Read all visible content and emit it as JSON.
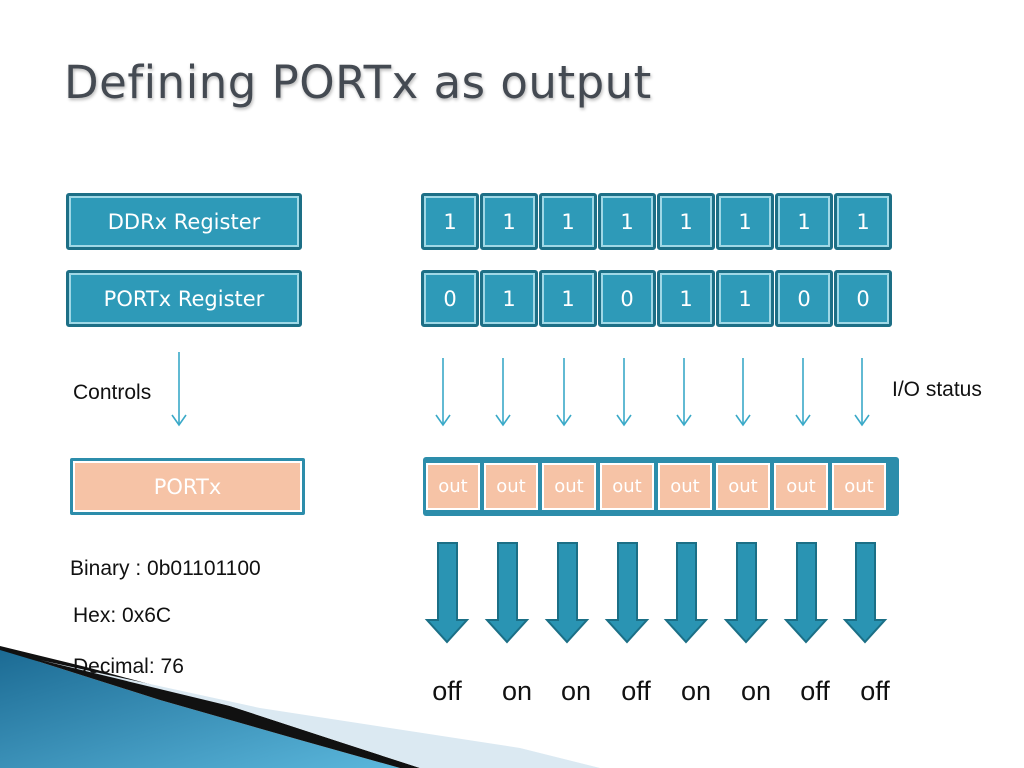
{
  "slide": {
    "title": "Defining PORTx as output"
  },
  "ddr": {
    "label": "DDRx Register",
    "bits": [
      "1",
      "1",
      "1",
      "1",
      "1",
      "1",
      "1",
      "1"
    ]
  },
  "port_register": {
    "label": "PORTx Register",
    "bits": [
      "0",
      "1",
      "1",
      "0",
      "1",
      "1",
      "0",
      "0"
    ]
  },
  "controls_label": "Controls",
  "io_status_label": "I/O status",
  "portx": {
    "label": "PORTx",
    "pins": [
      "out",
      "out",
      "out",
      "out",
      "out",
      "out",
      "out",
      "out"
    ]
  },
  "outputs": [
    "off",
    "on",
    "on",
    "off",
    "on",
    "on",
    "off",
    "off"
  ],
  "values": {
    "binary": "Binary : 0b01101100",
    "hex": "Hex:  0x6C",
    "decimal": "Decimal: 76"
  },
  "colors": {
    "teal": "#2e9ab8",
    "teal_dark": "#1d6f86",
    "peach": "#f6c3a6",
    "arrow_line": "#3aa9c8"
  }
}
